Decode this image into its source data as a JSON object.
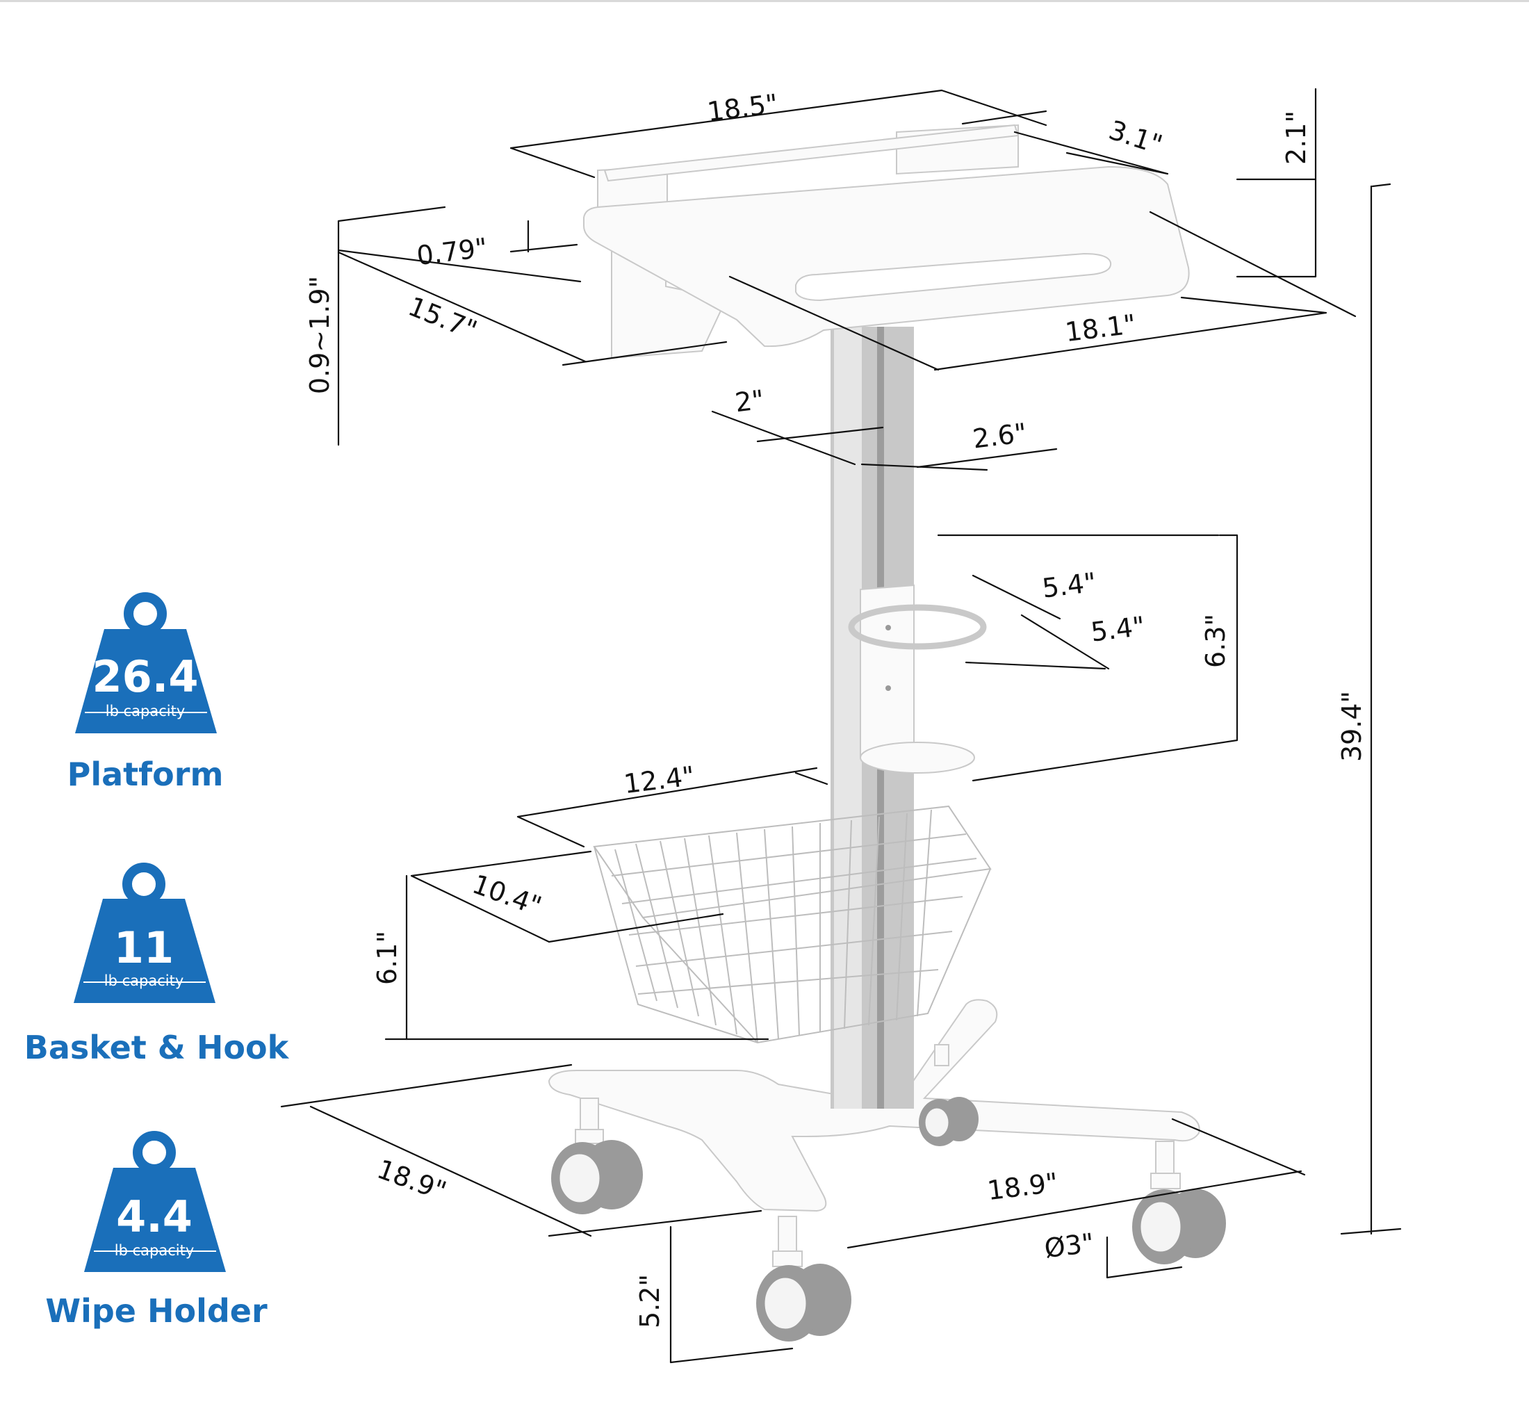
{
  "colors": {
    "accent": "#1a6fba",
    "line": "#111111",
    "cart_white": "#fafafa",
    "pole_metal": "#c8c8c8",
    "wheel_gray": "#9a9a9a"
  },
  "capacities": [
    {
      "value": "26.4",
      "unit": "lb capacity",
      "label": "Platform",
      "icon": "weight-icon"
    },
    {
      "value": "11",
      "unit": "lb capacity",
      "label": "Basket & Hook",
      "icon": "weight-icon"
    },
    {
      "value": "4.4",
      "unit": "lb capacity",
      "label": "Wipe Holder",
      "icon": "weight-icon"
    }
  ],
  "dimensions": {
    "rail_width": "18.5\"",
    "rail_depth": "3.1\"",
    "rail_height": "2.1\"",
    "lip_height": "0.79\"",
    "platform_depth": "15.7\"",
    "platform_width": "18.1\"",
    "platform_adjust": "0.9~1.9\"",
    "pole_side_a": "2\"",
    "pole_side_b": "2.6\"",
    "holder_width": "5.4\"",
    "holder_depth": "5.4\"",
    "holder_height": "6.3\"",
    "total_height": "39.4\"",
    "basket_width": "12.4\"",
    "basket_depth": "10.4\"",
    "basket_height": "6.1\"",
    "base_depth": "18.9\"",
    "base_width": "18.9\"",
    "wheel_diameter": "Ø3\"",
    "wheel_height": "5.2\""
  }
}
